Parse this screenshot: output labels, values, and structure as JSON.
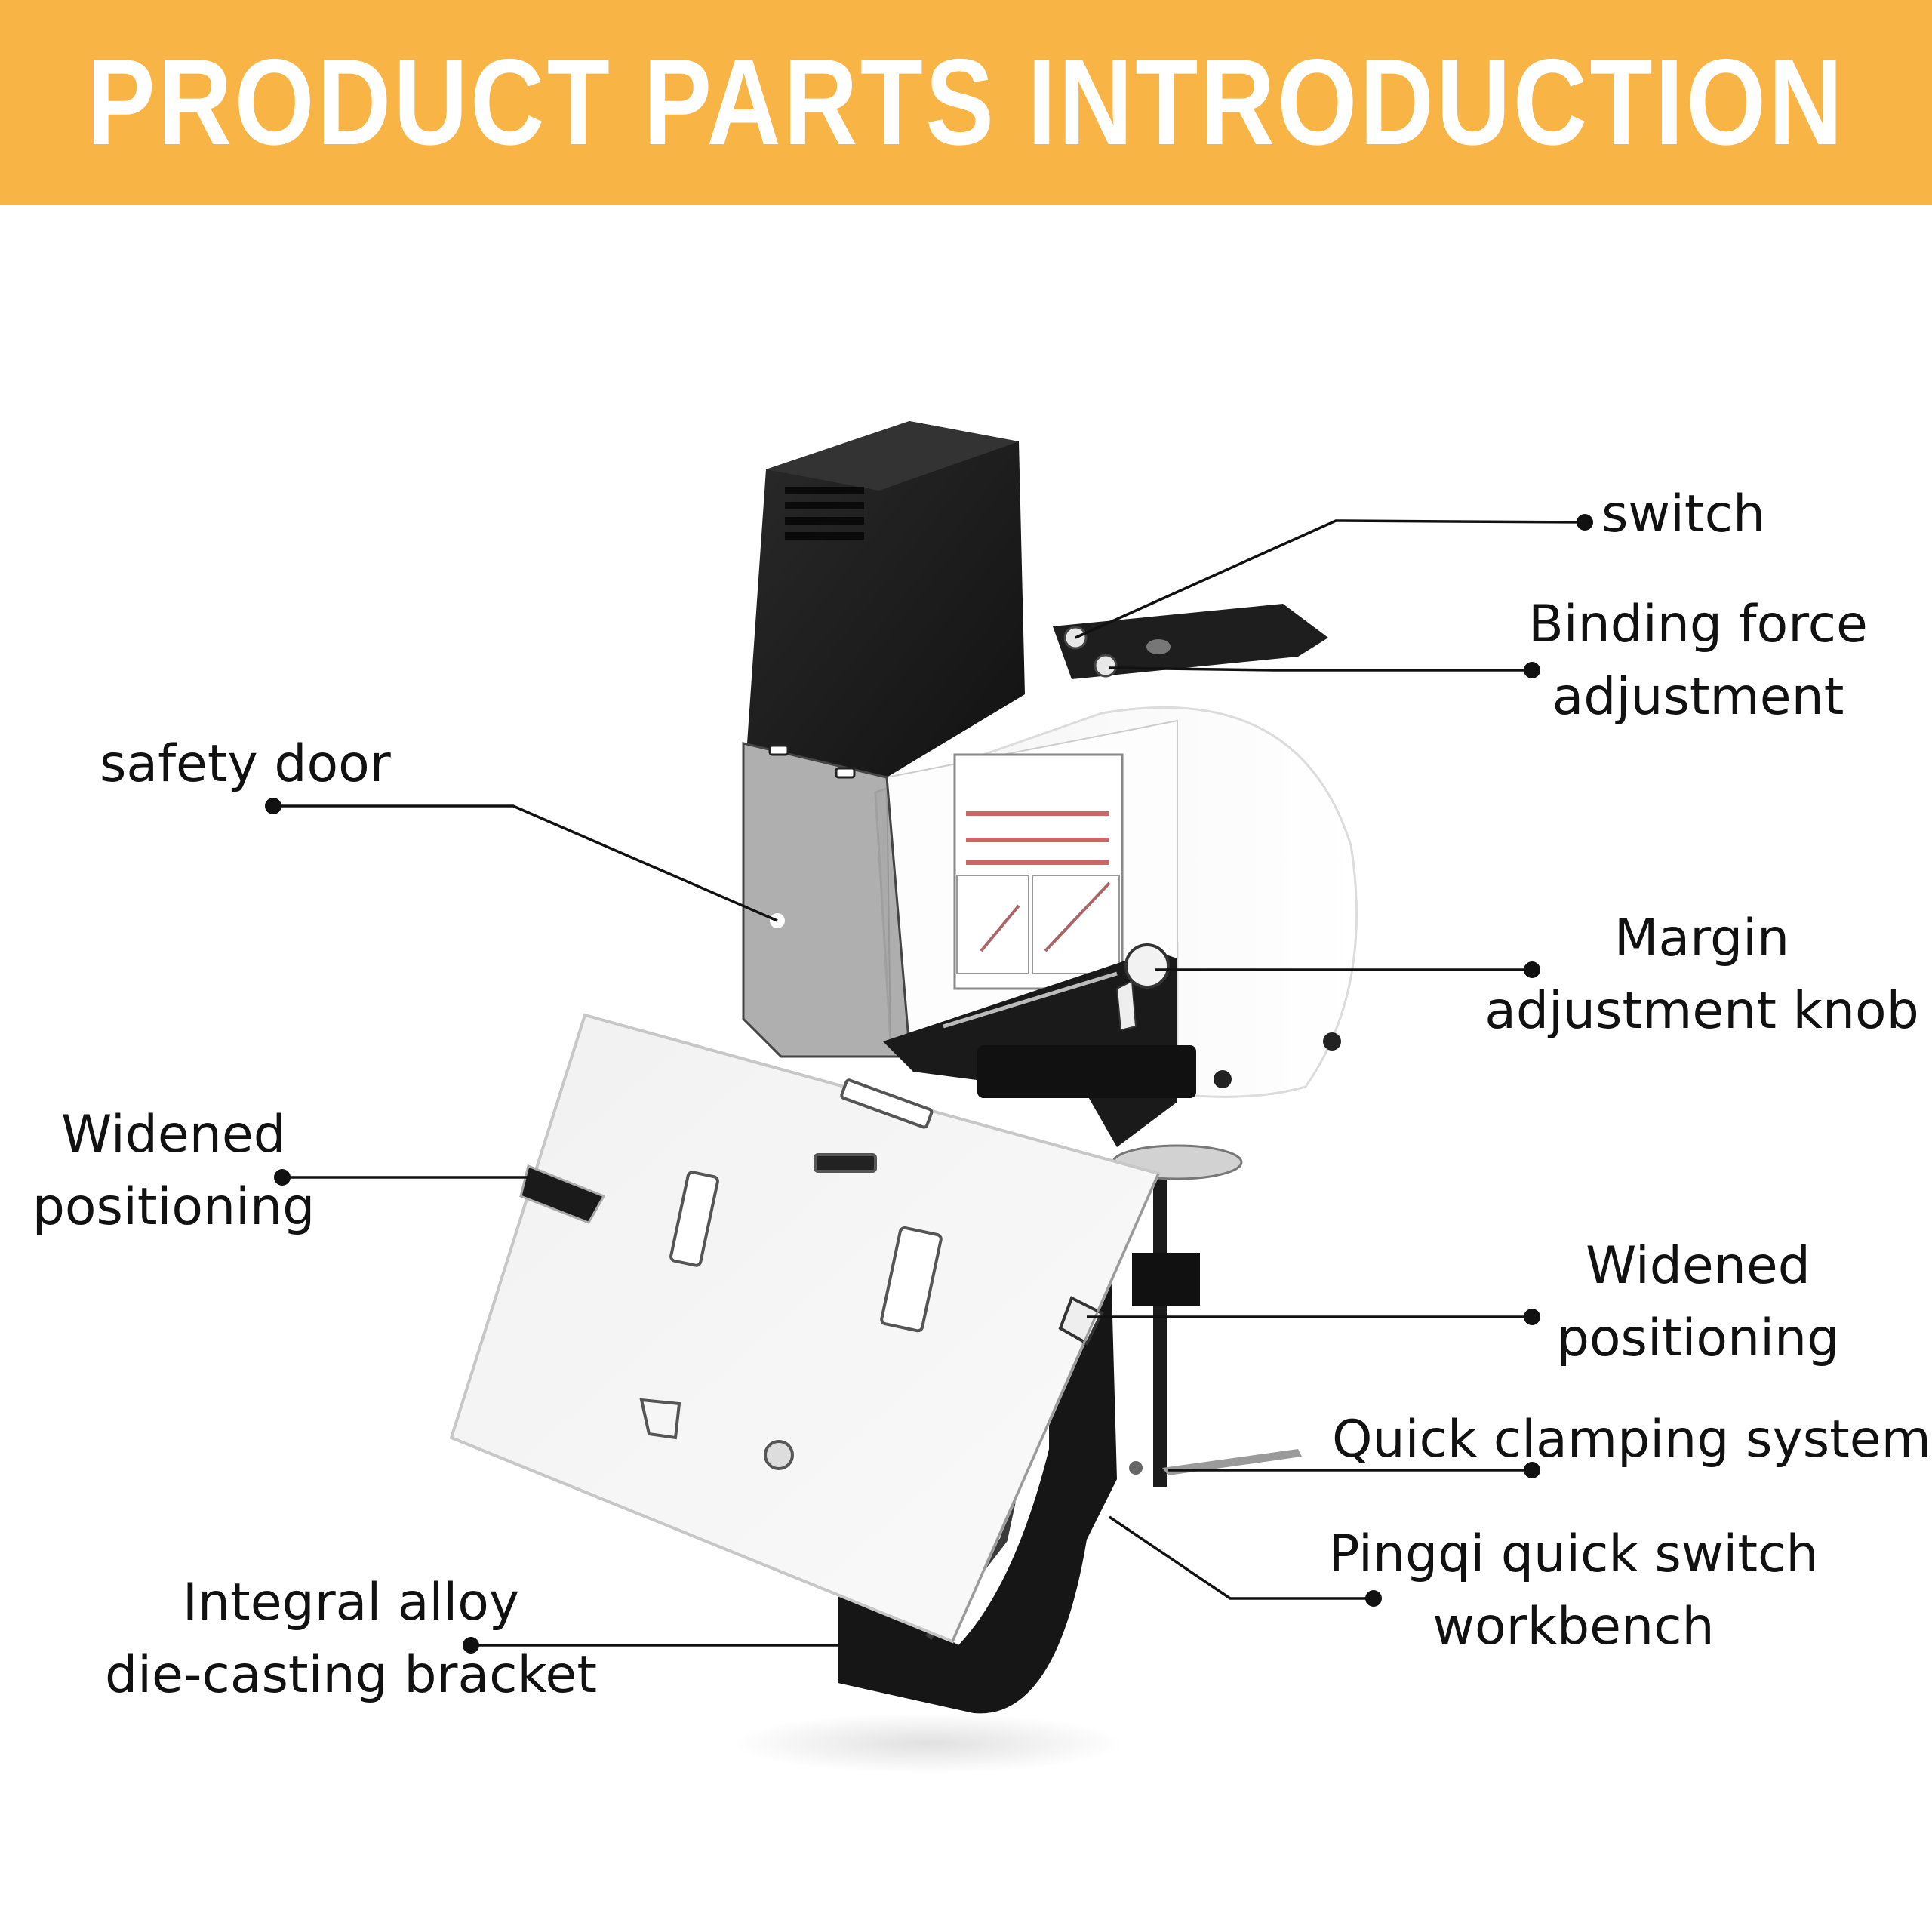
{
  "banner": {
    "title": "PRODUCT PARTS INTRODUCTION",
    "color": "#f8b545"
  },
  "product": {
    "type": "electric saddle stapler"
  },
  "callouts": {
    "switch": "switch",
    "binding_force": [
      "Binding force",
      "adjustment"
    ],
    "safety_door": "safety door",
    "margin_knob": [
      "Margin",
      "adjustment knob"
    ],
    "widened_left": [
      "Widened",
      "positioning"
    ],
    "widened_right": [
      "Widened",
      "positioning"
    ],
    "quick_clamping": "Quick clamping system",
    "pingqi": [
      "Pingqi quick switch",
      "workbench"
    ],
    "bracket": [
      "Integral alloy",
      "die-casting bracket"
    ]
  }
}
